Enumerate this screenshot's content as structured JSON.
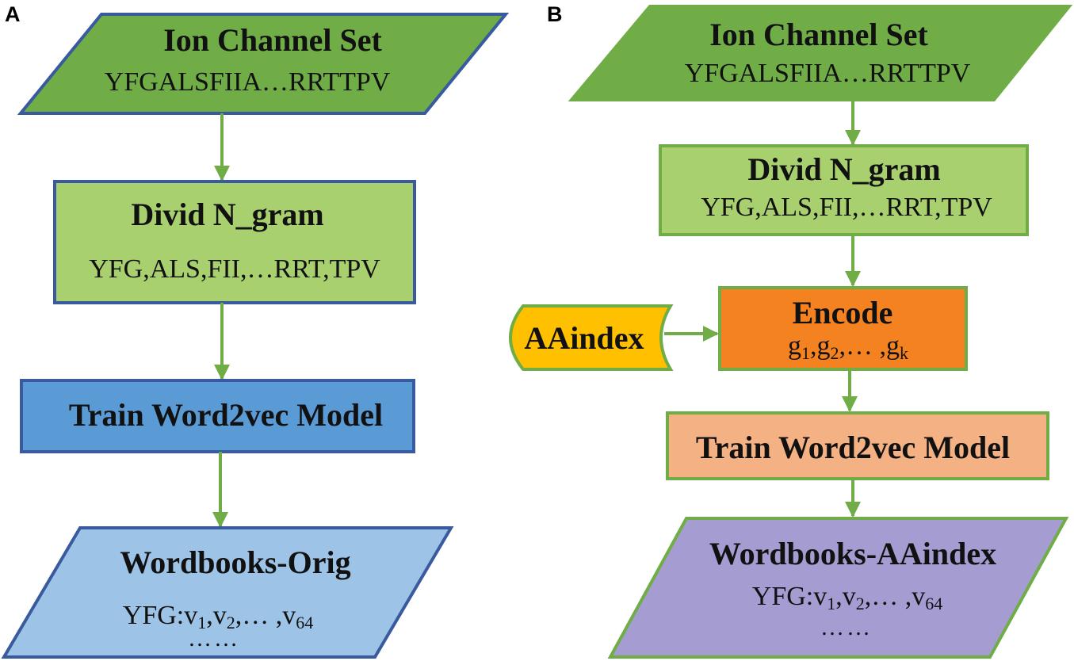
{
  "panels": {
    "a": {
      "letter": "A",
      "input": {
        "title": "Ion Channel Set",
        "sequence": "YFGALSFIIA…RRTTPV"
      },
      "ngram": {
        "title": "Divid N_gram",
        "words": "YFG,ALS,FII,…RRT,TPV"
      },
      "train": {
        "title": "Train Word2vec Model"
      },
      "output": {
        "title": "Wordbooks-Orig",
        "vec_prefix": "YFG:v",
        "sub1": "1",
        "sep1": ",v",
        "sub2": "2",
        "sep2": ",… ,v",
        "sub3": "64",
        "dots": "……"
      }
    },
    "b": {
      "letter": "B",
      "input": {
        "title": "Ion Channel Set",
        "sequence": "YFGALSFIIA…RRTTPV"
      },
      "ngram": {
        "title": "Divid N_gram",
        "words": "YFG,ALS,FII,…RRT,TPV"
      },
      "aaindex": {
        "label": "AAindex"
      },
      "encode": {
        "title": "Encode",
        "g_prefix": "g",
        "sub1": "1",
        "sep1": ",g",
        "sub2": "2",
        "sep2": ",… ,g",
        "sub3": "k"
      },
      "train": {
        "title": "Train Word2vec Model"
      },
      "output": {
        "title": "Wordbooks-AAindex",
        "vec_prefix": "YFG:v",
        "sub1": "1",
        "sep1": ",v",
        "sub2": "2",
        "sep2": ",… ,v",
        "sub3": "64",
        "dots": "……"
      }
    }
  },
  "colors": {
    "input_green": "#70ad47",
    "ngram_lightgreen": "#a9d06f",
    "train_blue_a": "#5b9bd5",
    "output_blue_a": "#9dc3e6",
    "border_blue": "#3a5aa0",
    "border_green": "#70ad47",
    "arrow_green": "#70ad47",
    "aaindex_yellow": "#ffc000",
    "encode_orange": "#f58220",
    "train_peach_b": "#f4b183",
    "output_purple_b": "#a59cd2"
  }
}
